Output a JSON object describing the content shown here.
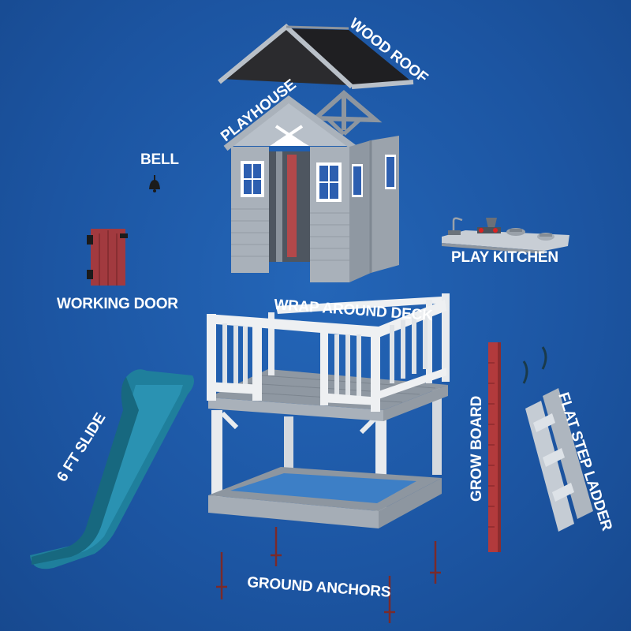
{
  "colors": {
    "background": "#1e5aa8",
    "label": "#ffffff",
    "wood_gray": "#9aa3ad",
    "trim_white": "#eef0f2",
    "roof_black": "#2b2b2e",
    "slide_teal": "#1f7f9c",
    "door_red": "#a23a3f",
    "grow_board_red": "#b23a3c"
  },
  "labels": {
    "wood_roof": "WOOD ROOF",
    "playhouse": "PLAYHOUSE",
    "bell": "BELL",
    "play_kitchen": "PLAY KITCHEN",
    "working_door": "WORKING DOOR",
    "wrap_around_deck": "WRAP AROUND DECK",
    "slide": "6 FT SLIDE",
    "grow_board": "GROW BOARD",
    "flat_step_ladder": "FLAT STEP LADDER",
    "ground_anchors": "GROUND ANCHORS"
  },
  "icons": [
    "bell-icon",
    "door-icon",
    "kitchen-icon",
    "slide-icon",
    "ladder-icon",
    "ground-anchor-icon",
    "handle-icon"
  ]
}
